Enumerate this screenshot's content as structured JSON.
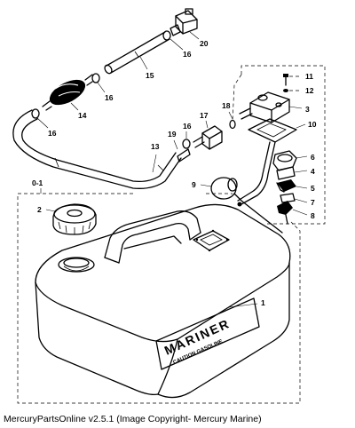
{
  "diagram": {
    "callouts": {
      "p1": "1",
      "p2": "2",
      "p3": "3",
      "p4": "4",
      "p5": "5",
      "p6": "6",
      "p7": "7",
      "p8": "8",
      "p9": "9",
      "p10": "10",
      "p11": "11",
      "p12": "12",
      "p13": "13",
      "p14": "14",
      "p15": "15",
      "p16a": "16",
      "p16b": "16",
      "p16c": "16",
      "p16d": "16",
      "p17": "17",
      "p18": "18",
      "p19": "19",
      "p20": "20",
      "assembly": "0-1"
    },
    "tank_label": {
      "brand": "MARINER",
      "caution": "CAUTION GASOLINE"
    }
  },
  "footer": {
    "text": "MercuryPartsOnline v2.5.1 (Image Copyright- Mercury Marine)"
  }
}
